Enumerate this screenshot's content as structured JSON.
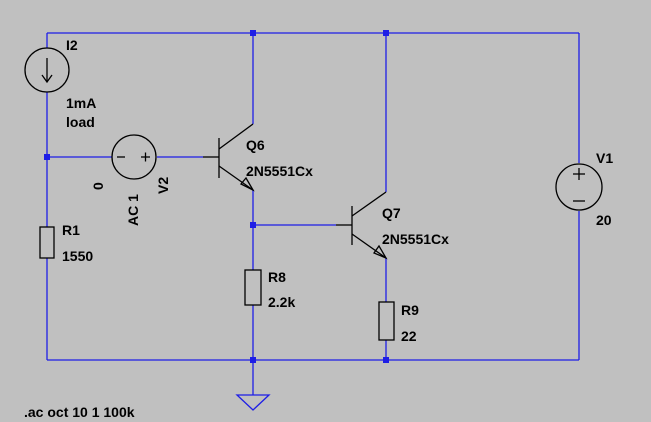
{
  "schematic": {
    "i2": {
      "name": "I2",
      "value_line1": "1mA",
      "value_line2": "load"
    },
    "v2": {
      "name": "V2",
      "value": "AC 1",
      "dc": "0"
    },
    "q6": {
      "name": "Q6",
      "model": "2N5551Cx"
    },
    "q7": {
      "name": "Q7",
      "model": "2N5551Cx"
    },
    "r1": {
      "name": "R1",
      "value": "1550"
    },
    "r8": {
      "name": "R8",
      "value": "2.2k"
    },
    "r9": {
      "name": "R9",
      "value": "22"
    },
    "v1": {
      "name": "V1",
      "value": "20"
    },
    "directive": ".ac oct 10 1 100k"
  },
  "colors": {
    "background": "#c0c0c0",
    "wire": "#1e1ee6",
    "component": "#000000"
  }
}
